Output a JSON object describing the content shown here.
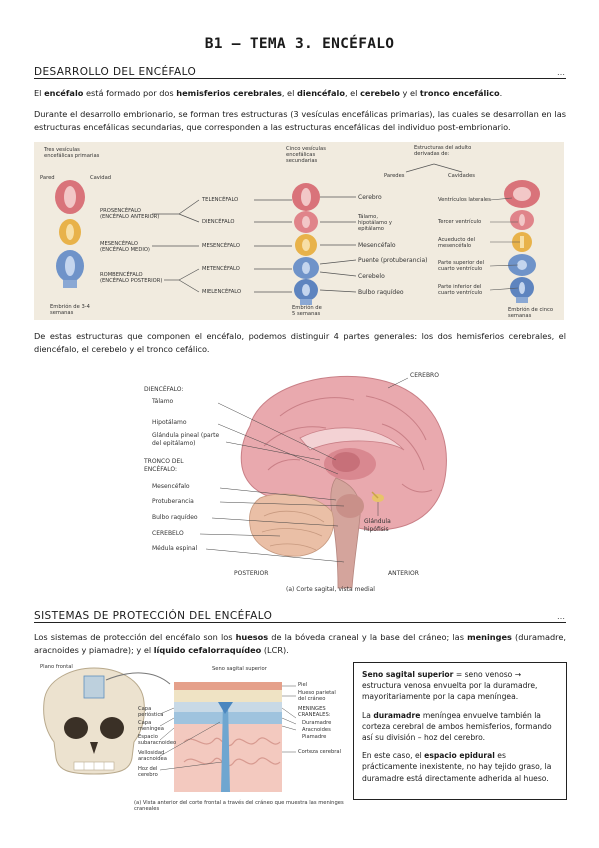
{
  "title": "B1 – TEMA 3. ENCÉFALO",
  "section1": {
    "heading": "DESARROLLO DEL ENCÉFALO",
    "dots": "…",
    "p1": {
      "t1": "El ",
      "b1": "encéfalo",
      "t2": " está formado por dos ",
      "b2": "hemisferios cerebrales",
      "t3": ", el ",
      "b3": "diencéfalo",
      "t4": ", el ",
      "b4": "cerebelo",
      "t5": " y el ",
      "b5": "tronco encefálico",
      "t6": "."
    },
    "p2": "Durante el desarrollo embrionario, se forman tres estructuras (3 vesículas encefálicas primarias), las cuales se desarrollan en las estructuras encefálicas secundarias, que corresponden a las estructuras encefálicas del individuo post-embrionario.",
    "figure1": {
      "col1_title": "Tres vesículas encefálicas primarias",
      "pared": "Pared",
      "cavidad": "Cavidad",
      "prosencefalo": "PROSENCÉFALO (ENCÉFALO ANTERIOR)",
      "mesencefalo": "MESENCÉFALO (ENCÉFALO MEDIO)",
      "rombencefalo": "ROMBENCÉFALO (ENCÉFALO POSTERIOR)",
      "embrion1": "Embrión de 3-4 semanas",
      "telencefalo": "TELENCÉFALO",
      "diencefalo": "DIENCÉFALO",
      "mesencefalo2": "MESENCÉFALO",
      "metencefalo": "METENCÉFALO",
      "mielencefalo": "MIELENCÉFALO",
      "col2_title": "Cinco vesículas encefálicas secundarias",
      "embrion2": "Embrión de 5 semanas",
      "col3_title": "Estructuras del adulto derivadas de:",
      "paredes": "Paredes",
      "cavidades": "Cavidades",
      "cerebro": "Cerebro",
      "talamo": "Tálamo, hipotálamo y epitálamo",
      "mesencefalo3": "Mesencéfalo",
      "puente": "Puente (protuberancia)",
      "cerebelo": "Cerebelo",
      "bulbo": "Bulbo raquídeo",
      "ventriculos": "Ventrículos laterales",
      "tercer": "Tercer ventrículo",
      "acueducto": "Acueducto del mesencéfalo",
      "parte_sup": "Parte superior del cuarto ventrículo",
      "parte_inf": "Parte inferior del cuarto ventrículo",
      "embrion3": "Embrión de cinco semanas"
    },
    "p3": "De estas estructuras que componen el encéfalo, podemos distinguir 4 partes generales: los dos hemisferios cerebrales, el diencéfalo, el cerebelo y el tronco cefálico.",
    "figure2": {
      "diencefalo": "DIENCÉFALO:",
      "talamo": "Tálamo",
      "hipotalamo": "Hipotálamo",
      "glandula_pineal": "Glándula pineal (parte del epitálamo)",
      "tronco": "TRONCO DEL ENCÉFALO:",
      "mesencefalo": "Mesencéfalo",
      "protuberancia": "Protuberancia",
      "bulbo": "Bulbo raquídeo",
      "cerebelo": "CEREBELO",
      "medula": "Médula espinal",
      "cerebro": "CEREBRO",
      "hipofisis": "Glándula hipófisis",
      "posterior": "POSTERIOR",
      "anterior": "ANTERIOR",
      "caption": "(a) Corte sagital, vista medial"
    }
  },
  "section2": {
    "heading": "SISTEMAS DE PROTECCIÓN DEL ENCÉFALO",
    "dots": "…",
    "p1": {
      "t1": "Los sistemas de protección del encéfalo son los ",
      "b1": "huesos",
      "t2": " de la bóveda craneal y la base del cráneo; las ",
      "b2": "meninges",
      "t3": " (duramadre, aracnoides y piamadre); y el ",
      "b3": "líquido cefalorraquídeo",
      "t4": " (LCR)."
    },
    "figure3": {
      "plano": "Plano frontal",
      "seno": "Seno sagital superior",
      "piel": "Piel",
      "hueso": "Hueso parietal del cráneo",
      "meninges": "MENINGES CRANEALES:",
      "duramadre": "Duramadre",
      "aracnoides": "Aracnoides",
      "piamadre": "Piamadre",
      "capa_perio": "Capa perióstica",
      "capa_men": "Capa meníngea",
      "espacio": "Espacio subaracnoideo",
      "vellosidad": "Vellosidad aracnoidea",
      "hoz": "Hoz del cerebro",
      "corteza": "Corteza cerebral",
      "caption": "(a) Vista anterior del corte frontal a través del cráneo que muestra las meninges craneales"
    },
    "note": {
      "n1_b": "Seno sagital superior",
      "n1_t": " = seno venoso → estructura venosa envuelta por la duramadre, mayoritariamente por la capa meníngea.",
      "n2_t1": "La ",
      "n2_b": "duramadre",
      "n2_t2": " meníngea envuelve también la corteza cerebral de ambos hemisferios, formando así su división – hoz del cerebro.",
      "n3_t1": "En este caso, el ",
      "n3_b": "espacio epidural",
      "n3_t2": " es prácticamente inexistente, no hay tejido graso, la duramadre está directamente adherida al hueso."
    }
  },
  "colors": {
    "prosencephalon": "#d9737a",
    "mesencephalon": "#e8b24a",
    "rhombencephalon": "#6f93c9",
    "figure_bg": "#f1ebdf",
    "brain_pink": "#e9a9ae"
  }
}
